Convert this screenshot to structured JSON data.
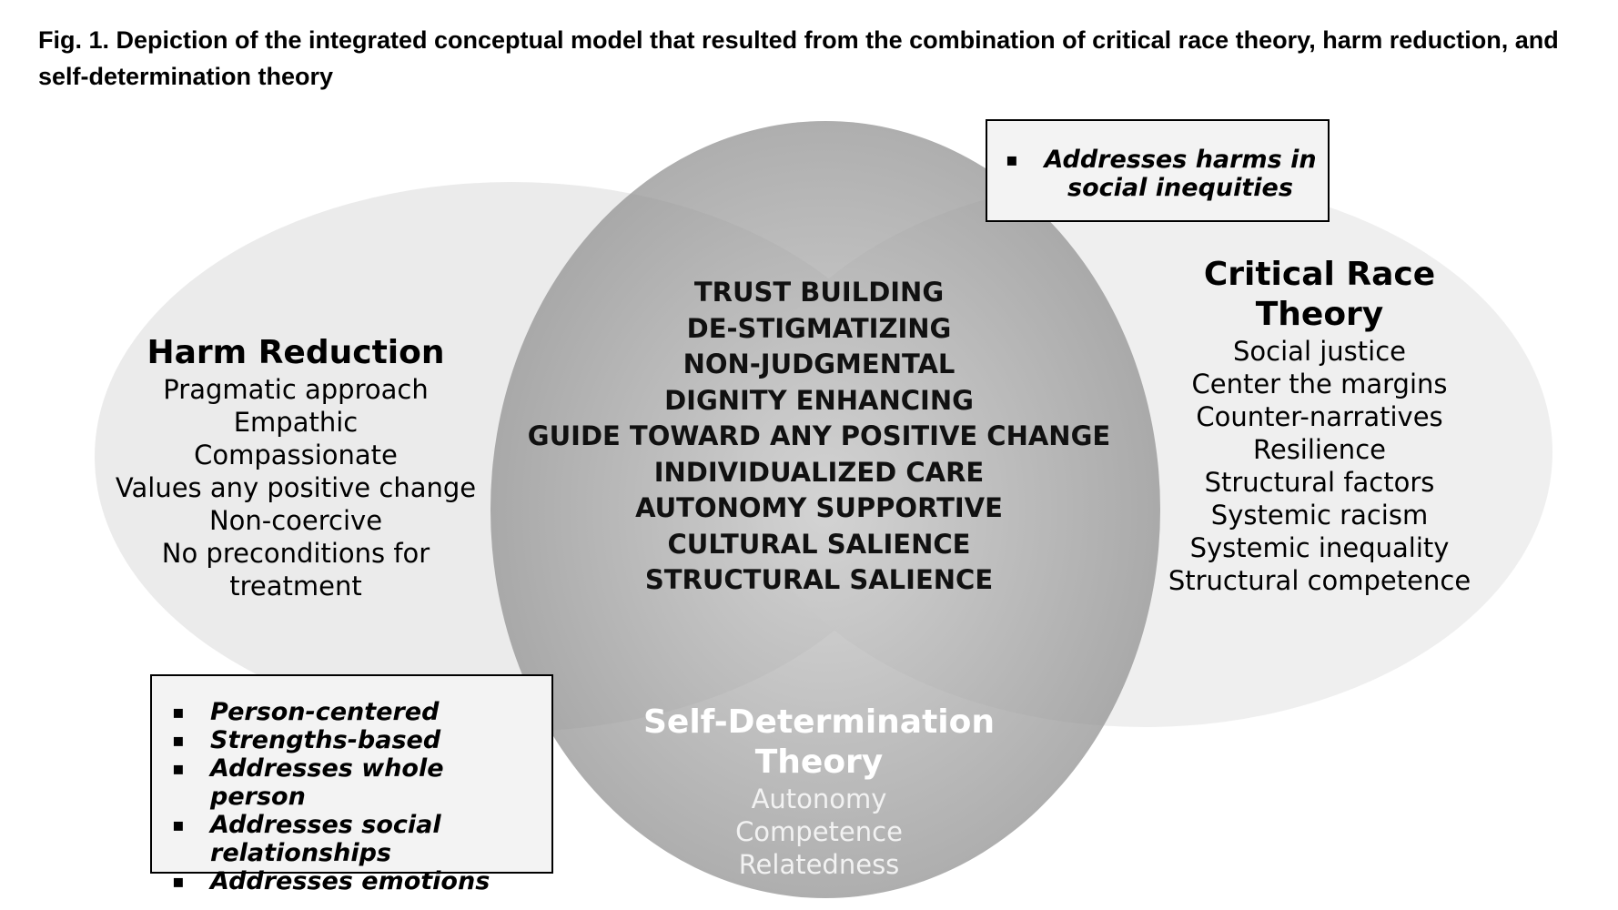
{
  "caption": "Fig. 1. Depiction of the integrated conceptual model that resulted from the combination of critical race theory, harm reduction, and self-determination theory",
  "harm_reduction": {
    "title": "Harm Reduction",
    "items": [
      "Pragmatic approach",
      "Empathic",
      "Compassionate",
      "Values any positive change",
      "Non-coercive",
      "No preconditions for",
      "treatment"
    ]
  },
  "critical_race_theory": {
    "title_line1": "Critical Race",
    "title_line2": "Theory",
    "items": [
      "Social justice",
      "Center the margins",
      "Counter-narratives",
      "Resilience",
      "Structural factors",
      "Systemic racism",
      "Systemic inequality",
      "Structural competence"
    ]
  },
  "self_determination": {
    "title_line1": "Self-Determination",
    "title_line2": "Theory",
    "items": [
      "Autonomy",
      "Competence",
      "Relatedness"
    ]
  },
  "center_concepts": [
    "TRUST BUILDING",
    "DE-STIGMATIZING",
    "NON-JUDGMENTAL",
    "DIGNITY ENHANCING",
    "GUIDE TOWARD ANY POSITIVE CHANGE",
    "INDIVIDUALIZED CARE",
    "AUTONOMY SUPPORTIVE",
    "CULTURAL SALIENCE",
    "STRUCTURAL SALIENCE"
  ],
  "callout_top": {
    "bullet": "▪",
    "line1": "Addresses harms in",
    "line2": "social inequities"
  },
  "callout_bottom": {
    "bullet": "▪",
    "items": [
      "Person-centered",
      "Strengths-based",
      "Addresses whole person",
      "Addresses social relationships",
      "Addresses emotions"
    ]
  },
  "colors": {
    "left_ellipse": "#e8e8e8",
    "right_ellipse": "#ececec",
    "center_circle": "#999999",
    "callout_fill": "#f3f3f3"
  }
}
